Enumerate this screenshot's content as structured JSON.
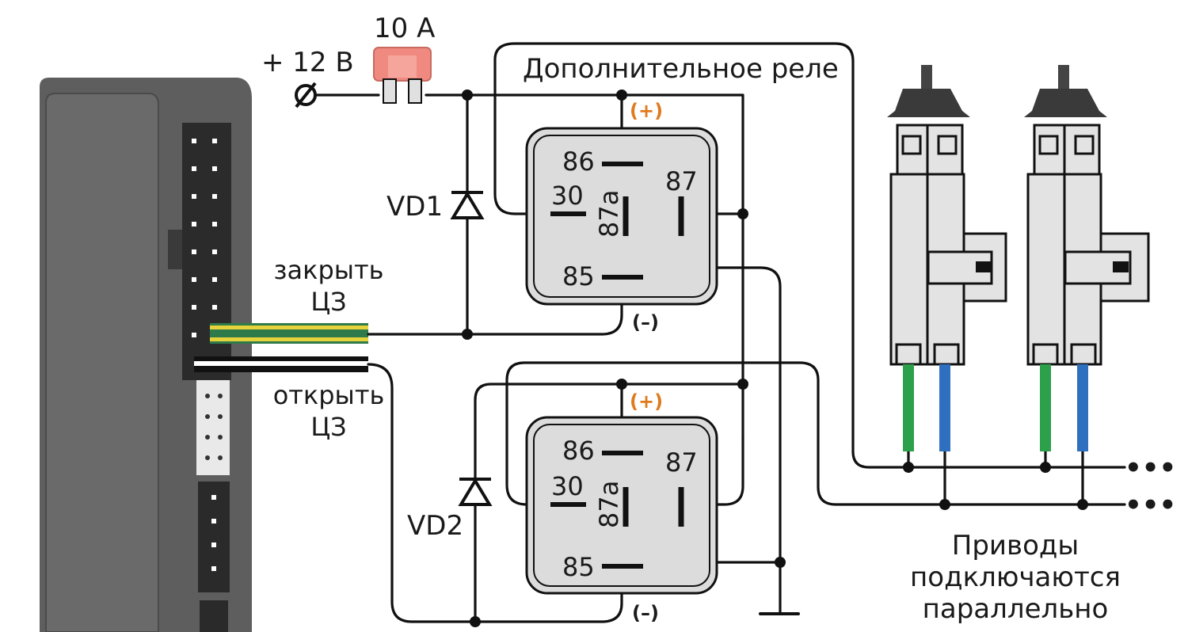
{
  "supply": {
    "label": "+ 12 В"
  },
  "fuse": {
    "label": "10 А"
  },
  "relay_title": "Дополнительное реле",
  "diodes": {
    "vd1": "VD1",
    "vd2": "VD2"
  },
  "wires": {
    "close_line1": "закрыть",
    "close_line2": "ЦЗ",
    "open_line1": "открыть",
    "open_line2": "ЦЗ"
  },
  "relay1": {
    "pin86": "86",
    "pin30": "30",
    "pin87a": "87а",
    "pin87": "87",
    "pin85": "85",
    "plus": "(+)",
    "minus": "(–)"
  },
  "relay2": {
    "pin86": "86",
    "pin30": "30",
    "pin87a": "87а",
    "pin87": "87",
    "pin85": "85",
    "plus": "(+)",
    "minus": "(–)"
  },
  "continuation": {
    "row1": "•••",
    "row2": "•••"
  },
  "actuators_note": {
    "line1": "Приводы",
    "line2": "подключаются",
    "line3": "параллельно"
  },
  "colors": {
    "plus_label": "#e07a1f",
    "fuse": "#f08a80",
    "wire_yellow": "#e6d23a",
    "wire_green": "#2ca04a",
    "wire_blue": "#2f6fc0",
    "unit_body": "#5d5d5d"
  }
}
